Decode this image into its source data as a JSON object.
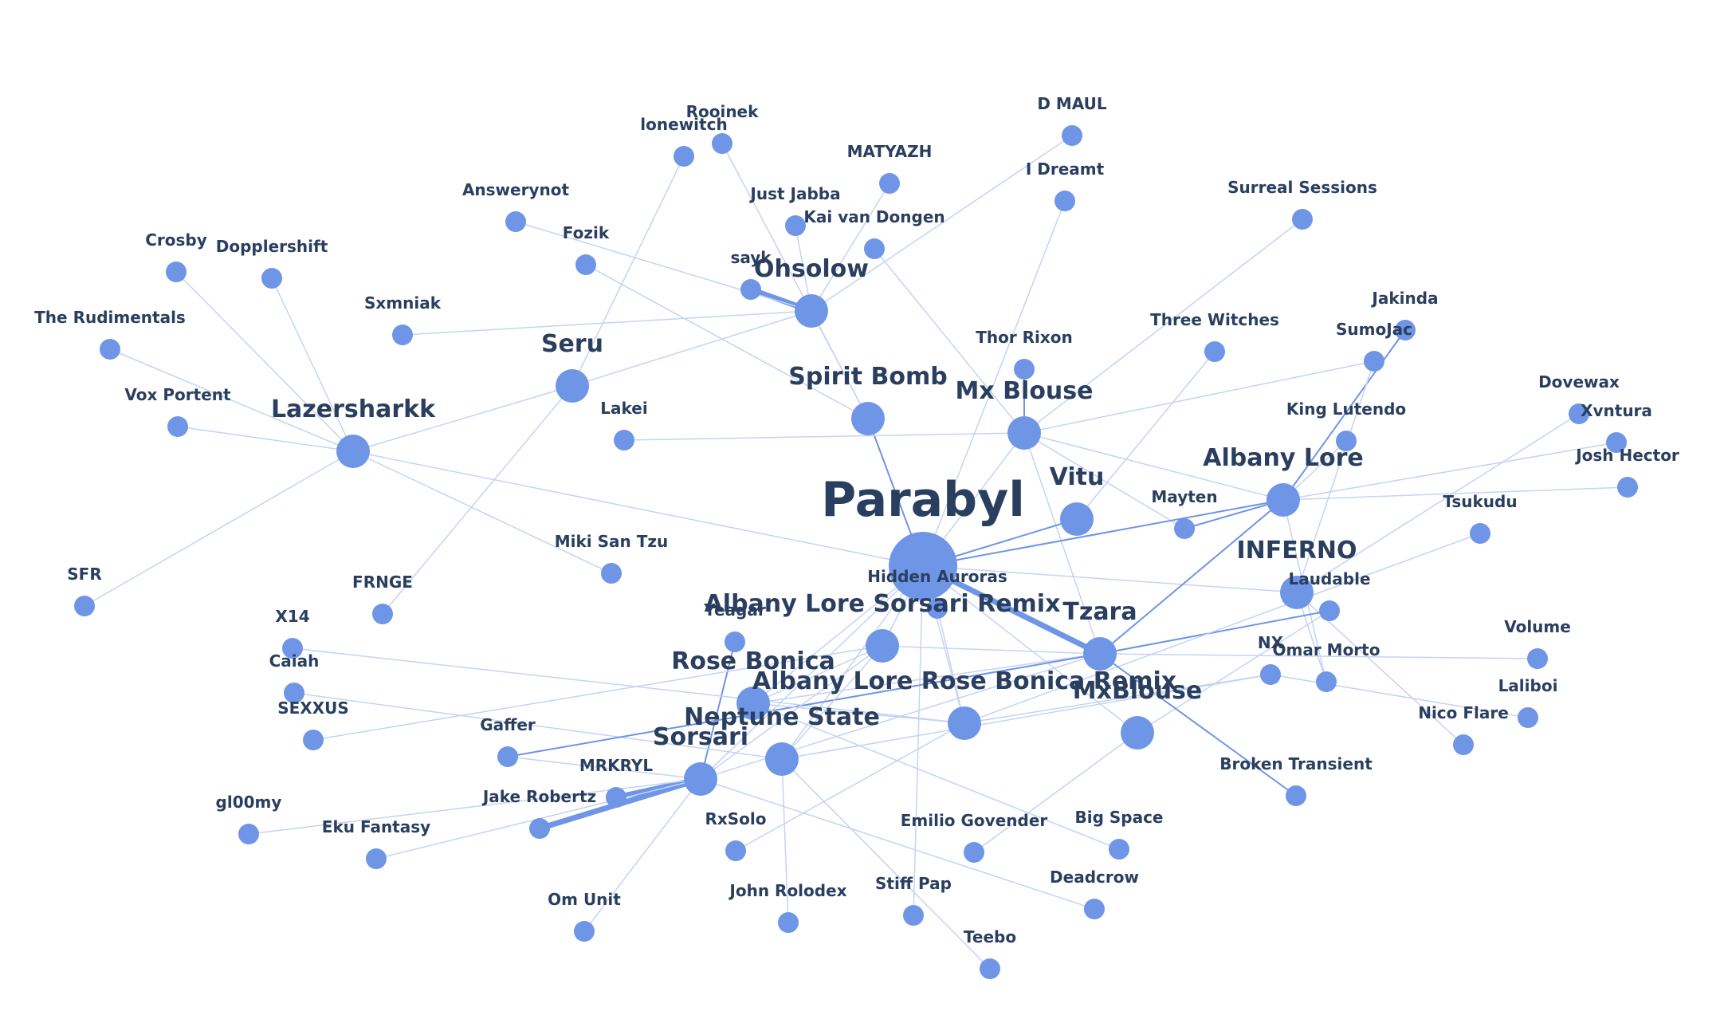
{
  "colors": {
    "node": "#6f95e6",
    "edge": "#c5d3f2",
    "edge_strong": "#6f95e6",
    "label": "#2a3f5f",
    "background": "#ffffff"
  },
  "chart_data": {
    "type": "network",
    "nodes": [
      {
        "id": "Parabyl",
        "size": "xl"
      },
      {
        "id": "Ohsolow",
        "size": "l"
      },
      {
        "id": "Seru",
        "size": "l"
      },
      {
        "id": "Lazersharkk",
        "size": "l"
      },
      {
        "id": "Spirit Bomb",
        "size": "l"
      },
      {
        "id": "Mx Blouse",
        "size": "l"
      },
      {
        "id": "Vitu",
        "size": "l"
      },
      {
        "id": "Albany Lore",
        "size": "l"
      },
      {
        "id": "INFERNO",
        "size": "l"
      },
      {
        "id": "Albany Lore Sorsari Remix",
        "size": "l"
      },
      {
        "id": "Tzara",
        "size": "l"
      },
      {
        "id": "Rose Bonica",
        "size": "l"
      },
      {
        "id": "Albany Lore Rose Bonica Remix",
        "size": "l"
      },
      {
        "id": "MxBlouse",
        "size": "l"
      },
      {
        "id": "Neptune State",
        "size": "l"
      },
      {
        "id": "Sorsari",
        "size": "l"
      },
      {
        "id": "Rooinek",
        "size": "s"
      },
      {
        "id": "lonewitch",
        "size": "s"
      },
      {
        "id": "D MAUL",
        "size": "s"
      },
      {
        "id": "MATYAZH",
        "size": "s"
      },
      {
        "id": "I Dreamt",
        "size": "s"
      },
      {
        "id": "Answerynot",
        "size": "s"
      },
      {
        "id": "Just Jabba",
        "size": "s"
      },
      {
        "id": "Surreal Sessions",
        "size": "s"
      },
      {
        "id": "Kai van Dongen",
        "size": "s"
      },
      {
        "id": "Crosby",
        "size": "s"
      },
      {
        "id": "Fozik",
        "size": "s"
      },
      {
        "id": "Dopplershift",
        "size": "s"
      },
      {
        "id": "sayk",
        "size": "s"
      },
      {
        "id": "Sxmniak",
        "size": "s"
      },
      {
        "id": "Jakinda",
        "size": "s"
      },
      {
        "id": "The Rudimentals",
        "size": "s"
      },
      {
        "id": "Three Witches",
        "size": "s"
      },
      {
        "id": "SumoJac",
        "size": "s"
      },
      {
        "id": "Thor Rixon",
        "size": "s"
      },
      {
        "id": "Dovewax",
        "size": "s"
      },
      {
        "id": "Vox Portent",
        "size": "s"
      },
      {
        "id": "Lakei",
        "size": "s"
      },
      {
        "id": "King Lutendo",
        "size": "s"
      },
      {
        "id": "Xvntura",
        "size": "s"
      },
      {
        "id": "Josh Hector",
        "size": "s"
      },
      {
        "id": "Mayten",
        "size": "s"
      },
      {
        "id": "Tsukudu",
        "size": "s"
      },
      {
        "id": "Miki San Tzu",
        "size": "s"
      },
      {
        "id": "SFR",
        "size": "s"
      },
      {
        "id": "FRNGE",
        "size": "s"
      },
      {
        "id": "Hidden Auroras",
        "size": "s"
      },
      {
        "id": "Laudable",
        "size": "s"
      },
      {
        "id": "Yeagar",
        "size": "s"
      },
      {
        "id": "X14",
        "size": "s"
      },
      {
        "id": "Volume",
        "size": "s"
      },
      {
        "id": "NX",
        "size": "s"
      },
      {
        "id": "Omar Morto",
        "size": "s"
      },
      {
        "id": "Caiah",
        "size": "s"
      },
      {
        "id": "Laliboi",
        "size": "s"
      },
      {
        "id": "SEXXUS",
        "size": "s"
      },
      {
        "id": "Nico Flare",
        "size": "s"
      },
      {
        "id": "Gaffer",
        "size": "s"
      },
      {
        "id": "MRKRYL",
        "size": "s"
      },
      {
        "id": "Broken Transient",
        "size": "s"
      },
      {
        "id": "Jake Robertz",
        "size": "s"
      },
      {
        "id": "gl00my",
        "size": "s"
      },
      {
        "id": "Eku Fantasy",
        "size": "s"
      },
      {
        "id": "RxSolo",
        "size": "s"
      },
      {
        "id": "Emilio Govender",
        "size": "s"
      },
      {
        "id": "Big Space",
        "size": "s"
      },
      {
        "id": "Deadcrow",
        "size": "s"
      },
      {
        "id": "Stiff Pap",
        "size": "s"
      },
      {
        "id": "John Rolodex",
        "size": "s"
      },
      {
        "id": "Om Unit",
        "size": "s"
      },
      {
        "id": "Teebo",
        "size": "s"
      }
    ],
    "edges": [
      {
        "source": "Ohsolow",
        "target": "sayk",
        "weight": 3
      },
      {
        "source": "Ohsolow",
        "target": "Answerynot",
        "weight": 1
      },
      {
        "source": "Ohsolow",
        "target": "Sxmniak",
        "weight": 1
      },
      {
        "source": "Ohsolow",
        "target": "MATYAZH",
        "weight": 1
      },
      {
        "source": "Ohsolow",
        "target": "Just Jabba",
        "weight": 1
      },
      {
        "source": "Ohsolow",
        "target": "D MAUL",
        "weight": 1
      },
      {
        "source": "Ohsolow",
        "target": "Spirit Bomb",
        "weight": 1
      },
      {
        "source": "Ohsolow",
        "target": "Seru",
        "weight": 1
      },
      {
        "source": "Seru",
        "target": "Lazersharkk",
        "weight": 1
      },
      {
        "source": "Seru",
        "target": "lonewitch",
        "weight": 1
      },
      {
        "source": "Seru",
        "target": "FRNGE",
        "weight": 1
      },
      {
        "source": "Lazersharkk",
        "target": "Crosby",
        "weight": 1
      },
      {
        "source": "Lazersharkk",
        "target": "Dopplershift",
        "weight": 1
      },
      {
        "source": "Lazersharkk",
        "target": "The Rudimentals",
        "weight": 1
      },
      {
        "source": "Lazersharkk",
        "target": "Vox Portent",
        "weight": 1
      },
      {
        "source": "Lazersharkk",
        "target": "SFR",
        "weight": 1
      },
      {
        "source": "Lazersharkk",
        "target": "Miki San Tzu",
        "weight": 1
      },
      {
        "source": "Lazersharkk",
        "target": "Parabyl",
        "weight": 1
      },
      {
        "source": "Spirit Bomb",
        "target": "Parabyl",
        "weight": 2
      },
      {
        "source": "Spirit Bomb",
        "target": "Rooinek",
        "weight": 1
      },
      {
        "source": "Spirit Bomb",
        "target": "Fozik",
        "weight": 1
      },
      {
        "source": "Mx Blouse",
        "target": "Thor Rixon",
        "weight": 2
      },
      {
        "source": "Mx Blouse",
        "target": "Lakei",
        "weight": 1
      },
      {
        "source": "Mx Blouse",
        "target": "Kai van Dongen",
        "weight": 1
      },
      {
        "source": "Mx Blouse",
        "target": "Surreal Sessions",
        "weight": 1
      },
      {
        "source": "Mx Blouse",
        "target": "SumoJac",
        "weight": 1
      },
      {
        "source": "Mx Blouse",
        "target": "Albany Lore",
        "weight": 1
      },
      {
        "source": "Mx Blouse",
        "target": "Mayten",
        "weight": 1
      },
      {
        "source": "Mx Blouse",
        "target": "Tzara",
        "weight": 1
      },
      {
        "source": "Mx Blouse",
        "target": "Parabyl",
        "weight": 1
      },
      {
        "source": "Parabyl",
        "target": "I Dreamt",
        "weight": 1
      },
      {
        "source": "Parabyl",
        "target": "Vitu",
        "weight": 2
      },
      {
        "source": "Parabyl",
        "target": "Albany Lore",
        "weight": 2
      },
      {
        "source": "Parabyl",
        "target": "Tzara",
        "weight": 3
      },
      {
        "source": "Parabyl",
        "target": "Hidden Auroras",
        "weight": 1
      },
      {
        "source": "Parabyl",
        "target": "INFERNO",
        "weight": 1
      },
      {
        "source": "Parabyl",
        "target": "Albany Lore Sorsari Remix",
        "weight": 1
      },
      {
        "source": "Parabyl",
        "target": "Rose Bonica",
        "weight": 1
      },
      {
        "source": "Parabyl",
        "target": "Neptune State",
        "weight": 1
      },
      {
        "source": "Parabyl",
        "target": "Sorsari",
        "weight": 1
      },
      {
        "source": "Parabyl",
        "target": "Albany Lore Rose Bonica Remix",
        "weight": 1
      },
      {
        "source": "Parabyl",
        "target": "MxBlouse",
        "weight": 1
      },
      {
        "source": "Parabyl",
        "target": "Stiff Pap",
        "weight": 1
      },
      {
        "source": "Vitu",
        "target": "Three Witches",
        "weight": 1
      },
      {
        "source": "Albany Lore",
        "target": "Jakinda",
        "weight": 2
      },
      {
        "source": "Albany Lore",
        "target": "King Lutendo",
        "weight": 1
      },
      {
        "source": "Albany Lore",
        "target": "Josh Hector",
        "weight": 1
      },
      {
        "source": "Albany Lore",
        "target": "Xvntura",
        "weight": 1
      },
      {
        "source": "Albany Lore",
        "target": "Mayten",
        "weight": 2
      },
      {
        "source": "Albany Lore",
        "target": "Tzara",
        "weight": 2
      },
      {
        "source": "Albany Lore",
        "target": "Omar Morto",
        "weight": 1
      },
      {
        "source": "INFERNO",
        "target": "SumoJac",
        "weight": 1
      },
      {
        "source": "INFERNO",
        "target": "Dovewax",
        "weight": 1
      },
      {
        "source": "INFERNO",
        "target": "Omar Morto",
        "weight": 1
      },
      {
        "source": "INFERNO",
        "target": "Nico Flare",
        "weight": 1
      },
      {
        "source": "Laudable",
        "target": "Tzara",
        "weight": 2
      },
      {
        "source": "Laudable",
        "target": "MxBlouse",
        "weight": 1
      },
      {
        "source": "Tsukudu",
        "target": "Albany Lore Rose Bonica Remix",
        "weight": 1
      },
      {
        "source": "Tzara",
        "target": "Volume",
        "weight": 1
      },
      {
        "source": "Tzara",
        "target": "Broken Transient",
        "weight": 2
      },
      {
        "source": "Tzara",
        "target": "Albany Lore Sorsari Remix",
        "weight": 1
      },
      {
        "source": "Tzara",
        "target": "Sorsari",
        "weight": 1
      },
      {
        "source": "Tzara",
        "target": "Rose Bonica",
        "weight": 1
      },
      {
        "source": "NX",
        "target": "Albany Lore Rose Bonica Remix",
        "weight": 1
      },
      {
        "source": "NX",
        "target": "Laliboi",
        "weight": 1
      },
      {
        "source": "NX",
        "target": "Neptune State",
        "weight": 1
      },
      {
        "source": "Yeagar",
        "target": "Sorsari",
        "weight": 2
      },
      {
        "source": "X14",
        "target": "Albany Lore Rose Bonica Remix",
        "weight": 1
      },
      {
        "source": "Caiah",
        "target": "Neptune State",
        "weight": 1
      },
      {
        "source": "SEXXUS",
        "target": "Albany Lore Sorsari Remix",
        "weight": 1
      },
      {
        "source": "Gaffer",
        "target": "Sorsari",
        "weight": 1
      },
      {
        "source": "Gaffer",
        "target": "Tzara",
        "weight": 2
      },
      {
        "source": "MRKRYL",
        "target": "Sorsari",
        "weight": 3
      },
      {
        "source": "Jake Robertz",
        "target": "Sorsari",
        "weight": 3
      },
      {
        "source": "gl00my",
        "target": "Sorsari",
        "weight": 1
      },
      {
        "source": "Eku Fantasy",
        "target": "Sorsari",
        "weight": 1
      },
      {
        "source": "Om Unit",
        "target": "Sorsari",
        "weight": 1
      },
      {
        "source": "Sorsari",
        "target": "Deadcrow",
        "weight": 1
      },
      {
        "source": "Sorsari",
        "target": "Albany Lore Sorsari Remix",
        "weight": 1
      },
      {
        "source": "Rose Bonica",
        "target": "Albany Lore Rose Bonica Remix",
        "weight": 1
      },
      {
        "source": "Rose Bonica",
        "target": "Big Space",
        "weight": 1
      },
      {
        "source": "Neptune State",
        "target": "John Rolodex",
        "weight": 1
      },
      {
        "source": "Neptune State",
        "target": "Teebo",
        "weight": 1
      },
      {
        "source": "Neptune State",
        "target": "Albany Lore Sorsari Remix",
        "weight": 1
      },
      {
        "source": "RxSolo",
        "target": "Albany Lore Rose Bonica Remix",
        "weight": 1
      },
      {
        "source": "Emilio Govender",
        "target": "MxBlouse",
        "weight": 1
      },
      {
        "source": "Hidden Auroras",
        "target": "Albany Lore Rose Bonica Remix",
        "weight": 1
      },
      {
        "source": "Albany Lore Sorsari Remix",
        "target": "Rose Bonica",
        "weight": 1
      }
    ]
  }
}
